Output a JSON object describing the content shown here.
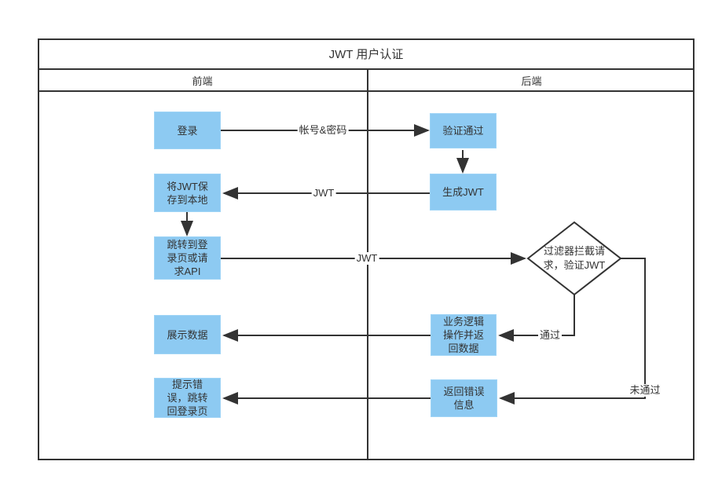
{
  "title": "JWT 用户认证",
  "lanes": {
    "left": "前端",
    "right": "后端"
  },
  "nodes": {
    "login": {
      "label": "登录"
    },
    "verify_pass": {
      "label": "验证通过"
    },
    "save_jwt": {
      "label": "将JWT保\n存到本地"
    },
    "generate_jwt": {
      "label": "生成JWT"
    },
    "redirect_or_request": {
      "label": "跳转到登\n录页或请\n求API"
    },
    "filter_check": {
      "label": "过滤器拦截请\n求，验证JWT"
    },
    "display_data": {
      "label": "展示数据"
    },
    "business_logic": {
      "label": "业务逻辑\n操作并返\n回数据"
    },
    "show_error": {
      "label": "提示错\n误，跳转\n回登录页"
    },
    "return_error": {
      "label": "返回错误\n信息"
    }
  },
  "edge_labels": {
    "credentials": "帐号&密码",
    "jwt_return": "JWT",
    "jwt_request": "JWT",
    "pass": "通过",
    "fail": "未通过"
  },
  "colors": {
    "node_fill": "#8DCAF2",
    "line": "#333333",
    "text": "#333333"
  }
}
